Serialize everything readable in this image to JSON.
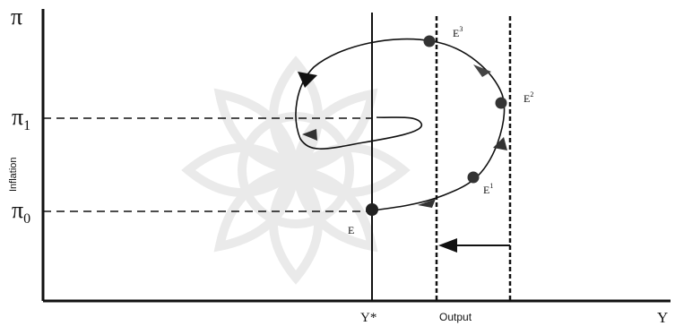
{
  "labels": {
    "y_axis_symbol": "π",
    "y_axis_title": "Inflation",
    "pi1_base": "π",
    "pi1_sub": "1",
    "pi0_base": "π",
    "pi0_sub": "0",
    "x_potential": "Y*",
    "x_axis_title": "Output",
    "x_axis_symbol": "Y"
  },
  "points": {
    "E": "E",
    "E1_base": "E",
    "E1_sup": "1",
    "E2_base": "E",
    "E2_sup": "2",
    "E3_base": "E",
    "E3_sup": "3"
  },
  "colors": {
    "ink": "#111111",
    "watermark": "#d9d9d9"
  }
}
